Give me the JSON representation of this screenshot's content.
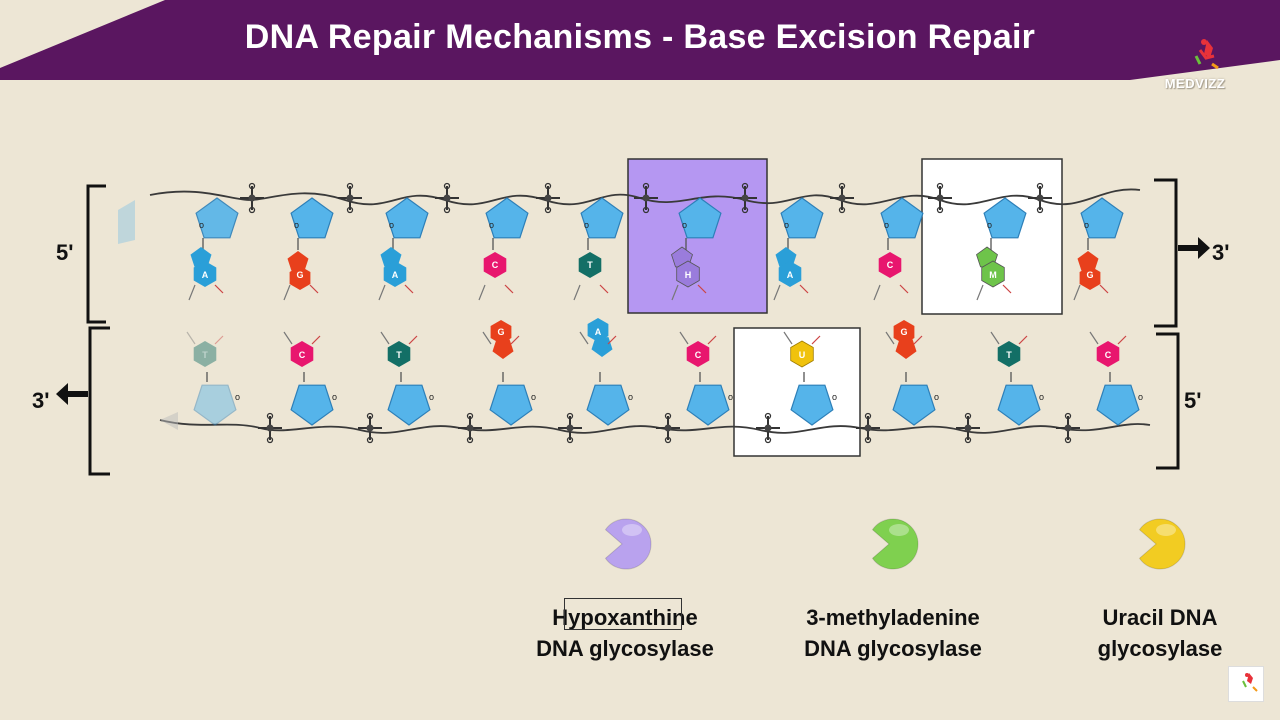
{
  "title": "DNA Repair Mechanisms - Base Excision Repair",
  "logo_text": "MEDVIZZ",
  "strand_labels": {
    "top_left": "5'",
    "top_right": "3'",
    "bottom_left": "3'",
    "bottom_right": "5'"
  },
  "colors": {
    "banner": "#5a1660",
    "background": "#ede6d5",
    "sugar": "#55b4ea",
    "A": "#2a9fd8",
    "G": "#e8401c",
    "C": "#e8166e",
    "T": "#136f66",
    "H": "#9a7cdc",
    "M": "#6ec44a",
    "U": "#f0c20c",
    "hypoxanthine_highlight": "#b597f2",
    "lesion_box": "#ffffff"
  },
  "top_strand": {
    "bases": [
      "A",
      "G",
      "A",
      "C",
      "T",
      "H",
      "A",
      "C",
      "M",
      "G"
    ]
  },
  "bottom_strand": {
    "bases": [
      "T",
      "C",
      "T",
      "G",
      "A",
      "C",
      "U",
      "G",
      "T",
      "C"
    ]
  },
  "enzymes": [
    {
      "name_line1": "Hypoxanthine",
      "name_line2": "DNA glycosylase",
      "color": "#b9a2ee",
      "icon": "purple-pacman-enzyme-icon"
    },
    {
      "name_line1": "3-methyladenine",
      "name_line2": "DNA glycosylase",
      "color": "#7fd04f",
      "icon": "green-pacman-enzyme-icon"
    },
    {
      "name_line1": "Uracil DNA",
      "name_line2": "glycosylase",
      "color": "#f2cc22",
      "icon": "yellow-pacman-enzyme-icon"
    }
  ]
}
